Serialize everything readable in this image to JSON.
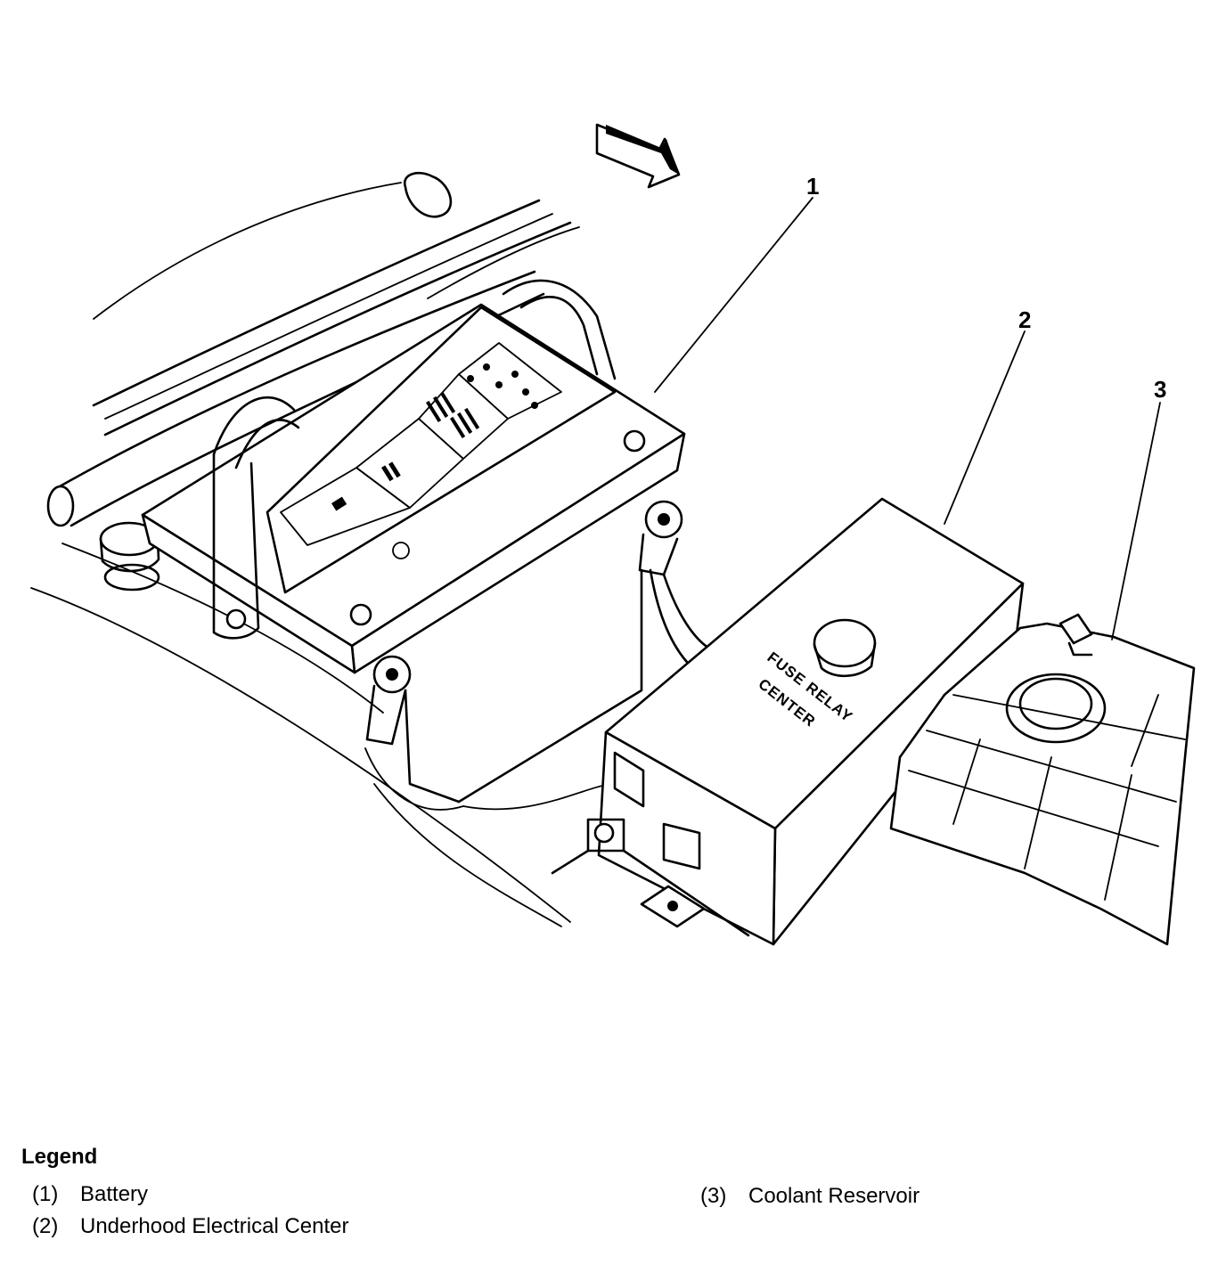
{
  "callouts": [
    {
      "num": "1"
    },
    {
      "num": "2"
    },
    {
      "num": "3"
    }
  ],
  "decal": {
    "line1": "FUSE RELAY",
    "line2": "CENTER"
  },
  "legend": {
    "title": "Legend",
    "items": [
      {
        "num": "(1)",
        "label": "Battery"
      },
      {
        "num": "(2)",
        "label": "Underhood Electrical Center"
      },
      {
        "num": "(3)",
        "label": "Coolant Reservoir"
      }
    ]
  }
}
